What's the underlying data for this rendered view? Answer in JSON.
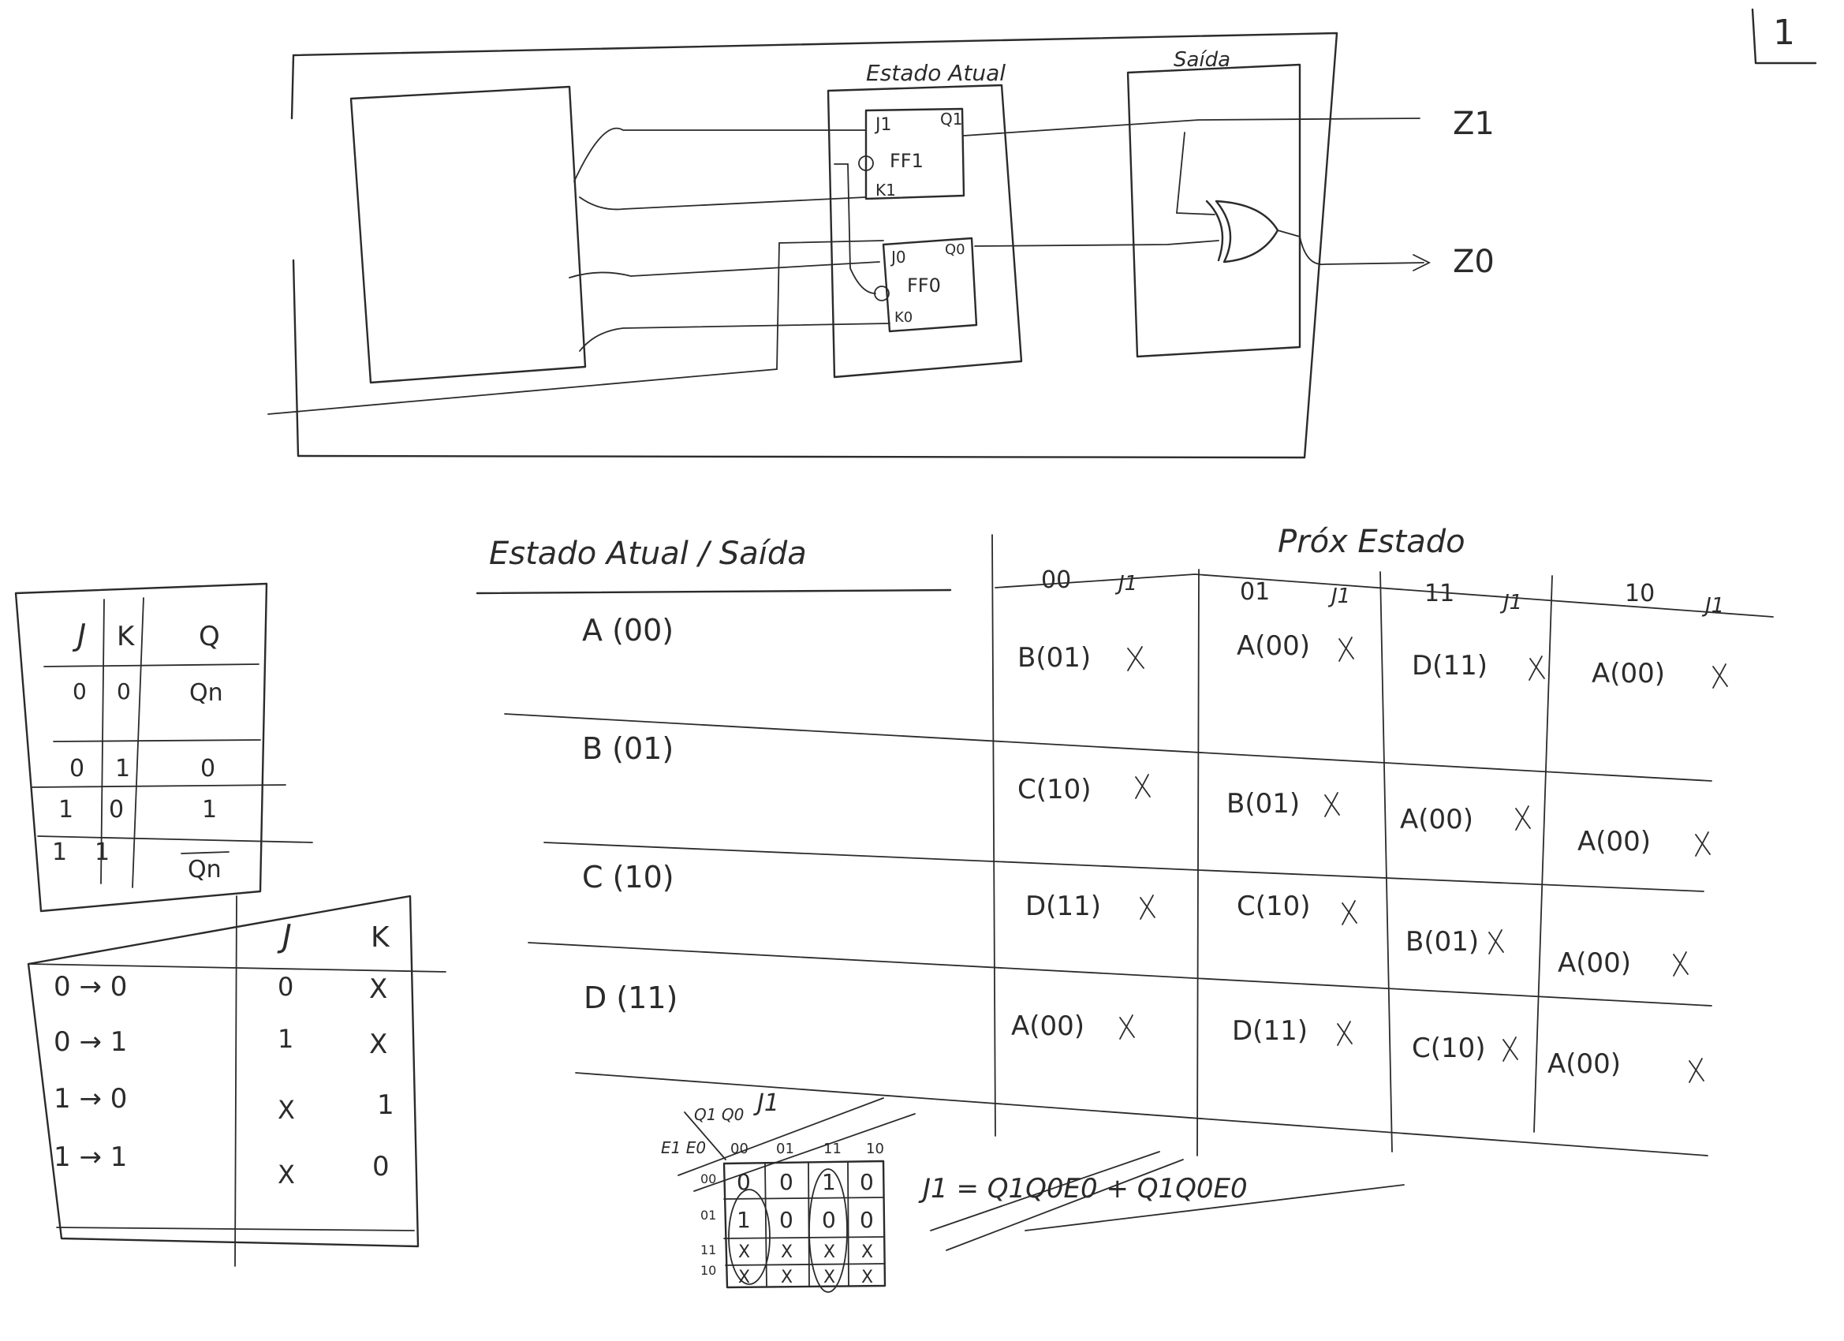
{
  "page_number": "1",
  "circuit": {
    "state_block_label": "Estado Atual",
    "output_block_label": "Saída",
    "ff1": {
      "name": "FF1",
      "j": "J1",
      "k": "K1",
      "q": "Q1"
    },
    "ff0": {
      "name": "FF0",
      "j": "J0",
      "k": "K0",
      "q": "Q0"
    },
    "outputs": [
      "Z1",
      "Z0"
    ]
  },
  "jk_truth_table": {
    "headers": [
      "J",
      "K",
      "Q"
    ],
    "rows": [
      [
        "0",
        "0",
        "Qn"
      ],
      [
        "0",
        "1",
        "0"
      ],
      [
        "1",
        "0",
        "1"
      ],
      [
        "1",
        "1",
        "Qn"
      ]
    ]
  },
  "jk_excitation_table": {
    "headers": [
      "J",
      "K"
    ],
    "rows": [
      {
        "transition": "0 → 0",
        "j": "0",
        "k": "X"
      },
      {
        "transition": "0 → 1",
        "j": "1",
        "k": "X"
      },
      {
        "transition": "1 → 0",
        "j": "X",
        "k": "1"
      },
      {
        "transition": "1 → 1",
        "j": "X",
        "k": "0"
      }
    ]
  },
  "state_table": {
    "title_left": "Estado Atual / Saída",
    "title_right": "Próx Estado",
    "input_columns": [
      "00",
      "01",
      "11",
      "10"
    ],
    "column_tag": "J1",
    "rows": [
      {
        "state": "A (00)",
        "next": [
          "B(01)",
          "A(00)",
          "D(11)",
          "A(00)"
        ]
      },
      {
        "state": "B (01)",
        "next": [
          "C(10)",
          "B(01)",
          "A(00)",
          "A(00)"
        ]
      },
      {
        "state": "C (10)",
        "next": [
          "D(11)",
          "C(10)",
          "B(01)",
          "A(00)"
        ]
      },
      {
        "state": "D (11)",
        "next": [
          "A(00)",
          "D(11)",
          "C(10)",
          "A(00)"
        ]
      }
    ]
  },
  "kmap": {
    "title": "J1",
    "col_var": "Q1 Q0",
    "row_var": "E1 E0",
    "col_headers": [
      "00",
      "01",
      "11",
      "10"
    ],
    "row_headers": [
      "00",
      "01",
      "11",
      "10"
    ],
    "cells": [
      [
        "0",
        "0",
        "1",
        "0"
      ],
      [
        "1",
        "0",
        "0",
        "0"
      ],
      [
        "X",
        "X",
        "X",
        "X"
      ],
      [
        "X",
        "X",
        "X",
        "X"
      ]
    ],
    "equation": "J1 = Q1Q0E0 + Q1Q0E0"
  }
}
